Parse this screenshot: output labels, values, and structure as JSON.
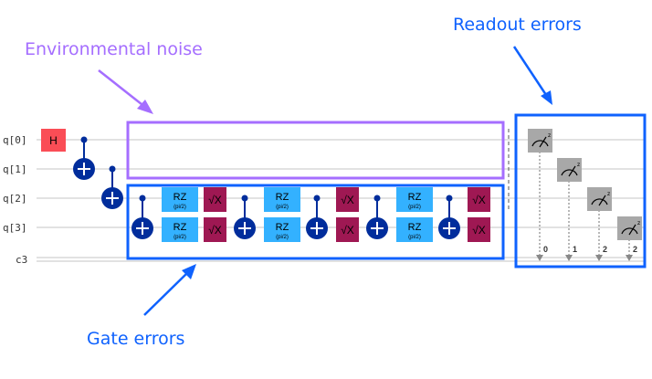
{
  "annotations": {
    "environmental_noise": "Environmental noise",
    "readout_errors": "Readout errors",
    "gate_errors": "Gate errors"
  },
  "registers": {
    "q0": "q[0]",
    "q1": "q[1]",
    "q2": "q[2]",
    "q3": "q[3]",
    "c3": "c3"
  },
  "gates": {
    "h": "H",
    "rz": "RZ",
    "rz_param": "(pi/2)",
    "sx": "√X"
  },
  "measurement_bits": [
    "0",
    "1",
    "2",
    "2"
  ],
  "colors": {
    "env_noise": "#a56eff",
    "blue_annotation": "#0f62fe",
    "h_gate": "#fa4d56",
    "cnot": "#002d9c",
    "rz_gate": "#33b1ff",
    "sx_gate": "#9f1853",
    "measure": "#a8a8a8"
  }
}
